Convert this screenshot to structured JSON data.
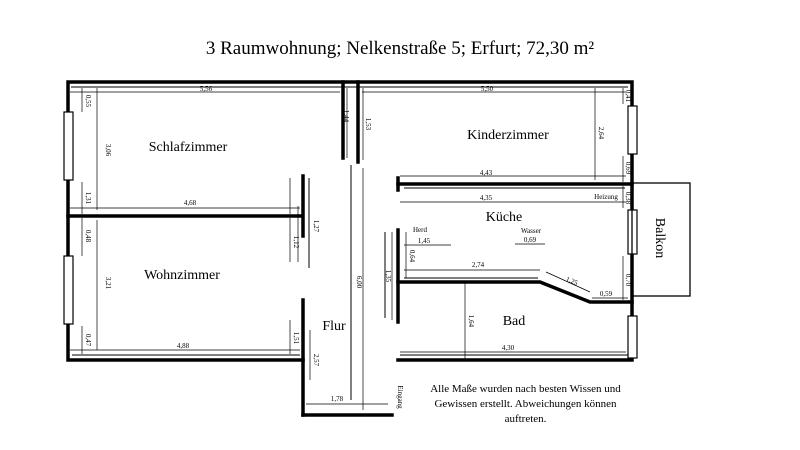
{
  "title": "3 Raumwohnung; Nelkenstraße 5; Erfurt; 72,30 m²",
  "rooms": {
    "schlafzimmer": "Schlafzimmer",
    "kinderzimmer": "Kinderzimmer",
    "kueche": "Küche",
    "wohnzimmer": "Wohnzimmer",
    "flur": "Flur",
    "bad": "Bad",
    "balkon": "Balkon"
  },
  "labels": {
    "eingang": "Eingang",
    "heizung": "Heizung",
    "herd": "Herd",
    "wasser": "Wasser"
  },
  "dimensions": {
    "top_left_width": "5,56",
    "top_right_width": "5,50",
    "schlaf_width": "4,68",
    "kinder_width": "4,43",
    "kueche_width": "4,35",
    "wohn_width": "4,88",
    "bad_width": "4,30",
    "flur_width": "1,78",
    "herd_dist": "1,45",
    "wasser_dist": "0,69",
    "bad_wall_a": "2,74",
    "bad_wall_b": "1,25",
    "bad_wall_c": "0,59",
    "left_top": "0,55",
    "schlaf_height": "3,06",
    "left_mid": "1,31",
    "left_wall": "0,48",
    "wohn_height": "3,21",
    "left_bottom": "0,47",
    "center_top_a": "1,44",
    "center_top_b": "1,53",
    "door_a": "1,27",
    "door_b": "1,12",
    "door_c": "1,51",
    "flur_bottom": "2,57",
    "flur_height": "6,00",
    "kueche_depth": "1,35",
    "herd_depth": "0,64",
    "bad_depth": "1,64",
    "kinder_height": "2,64",
    "right_top": "0,41",
    "right_a": "0,69",
    "right_b": "0,38",
    "right_c": "0,70"
  },
  "note": "Alle Maße wurden nach besten Wissen und Gewissen erstellt. Abweichungen können auftreten."
}
